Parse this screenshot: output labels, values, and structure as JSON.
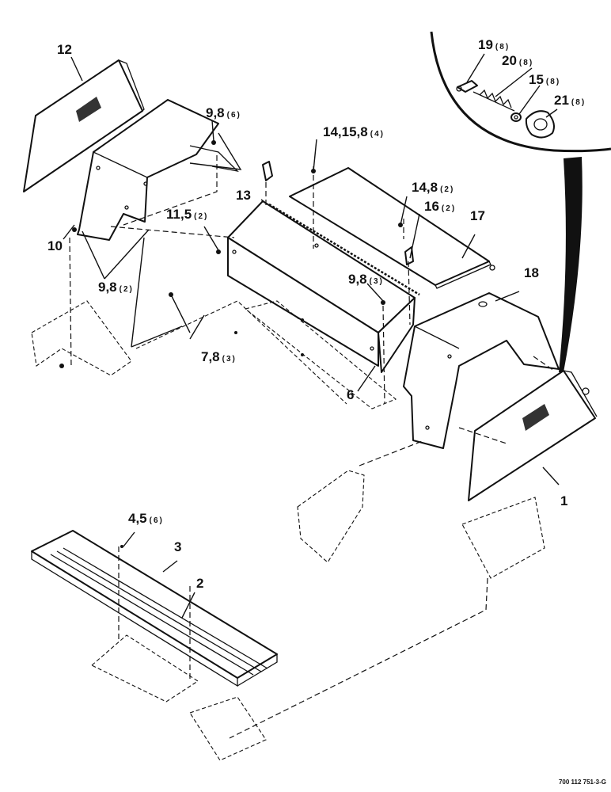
{
  "callouts": [
    {
      "id": "12",
      "number": "12",
      "qty": ""
    },
    {
      "id": "9-8-6",
      "number": "9,8",
      "qty": "(6)"
    },
    {
      "id": "14-15-8-4",
      "number": "14,15,8",
      "qty": "(4)"
    },
    {
      "id": "13",
      "number": "13",
      "qty": ""
    },
    {
      "id": "11-5-2",
      "number": "11,5",
      "qty": "(2)"
    },
    {
      "id": "14-8-2",
      "number": "14,8",
      "qty": "(2)"
    },
    {
      "id": "16-2",
      "number": "16",
      "qty": "(2)"
    },
    {
      "id": "17",
      "number": "17",
      "qty": ""
    },
    {
      "id": "10",
      "number": "10",
      "qty": ""
    },
    {
      "id": "9-8-2",
      "number": "9,8",
      "qty": "(2)"
    },
    {
      "id": "9-8-3",
      "number": "9,8",
      "qty": "(3)"
    },
    {
      "id": "18",
      "number": "18",
      "qty": ""
    },
    {
      "id": "7-8-3",
      "number": "7,8",
      "qty": "(3)"
    },
    {
      "id": "6",
      "number": "6",
      "qty": ""
    },
    {
      "id": "1",
      "number": "1",
      "qty": ""
    },
    {
      "id": "4-5-6",
      "number": "4,5",
      "qty": "(6)"
    },
    {
      "id": "3",
      "number": "3",
      "qty": ""
    },
    {
      "id": "2",
      "number": "2",
      "qty": ""
    },
    {
      "id": "19-8",
      "number": "19",
      "qty": "(8)"
    },
    {
      "id": "20-8",
      "number": "20",
      "qty": "(8)"
    },
    {
      "id": "15-8",
      "number": "15",
      "qty": "(8)"
    },
    {
      "id": "21-8",
      "number": "21",
      "qty": "(8)"
    }
  ],
  "drawing_number": "700 112 751-3-G"
}
